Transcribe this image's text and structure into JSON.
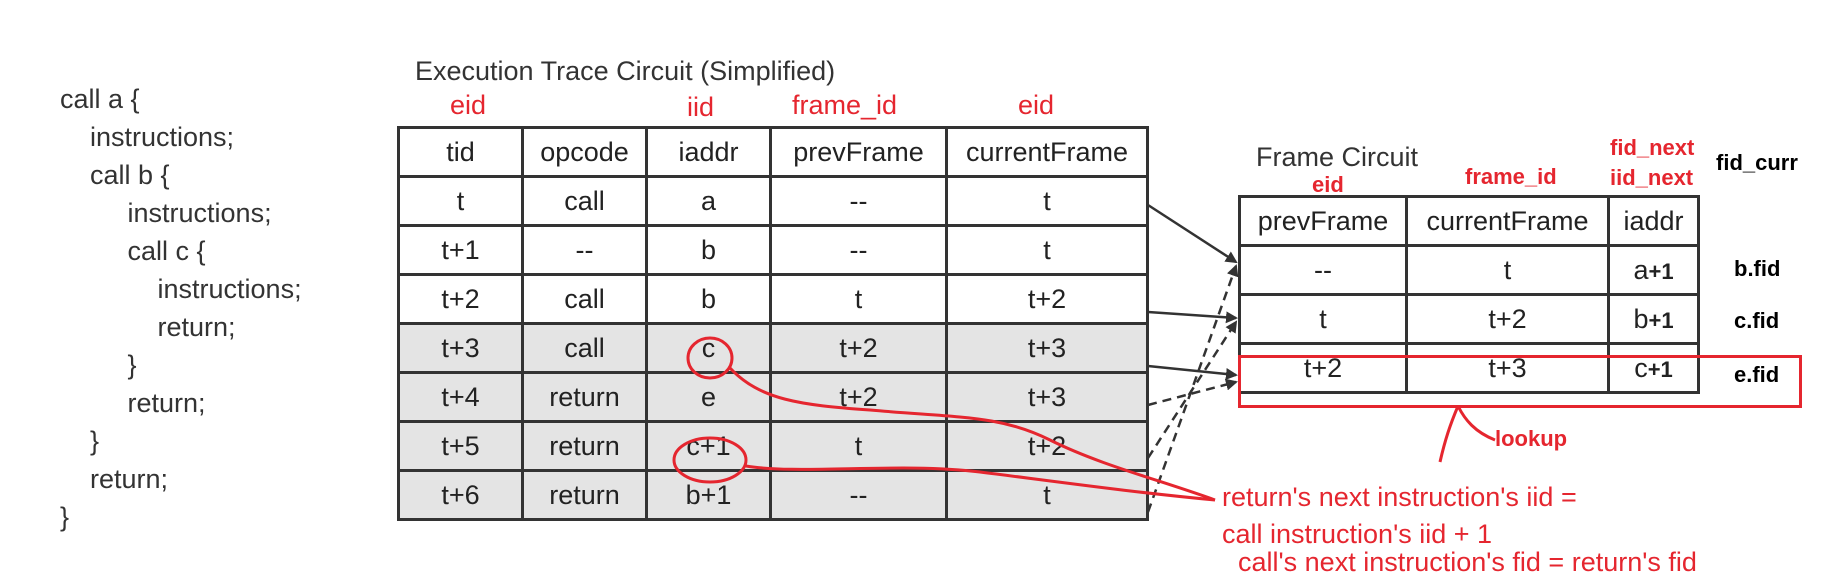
{
  "code_lines": [
    "call a {",
    "    instructions;",
    "    call b {",
    "         instructions;",
    "         call c {",
    "             instructions;",
    "             return;",
    "         }",
    "         return;",
    "    }",
    "    return;",
    "}"
  ],
  "trace": {
    "title": "Execution Trace Circuit (Simplified)",
    "headers": [
      "tid",
      "opcode",
      "iaddr",
      "prevFrame",
      "currentFrame"
    ],
    "annotations": {
      "tid": "eid",
      "iaddr": "iid",
      "prevFrame": "frame_id",
      "currentFrame": "eid"
    },
    "rows": [
      [
        "t",
        "call",
        "a",
        "--",
        "t"
      ],
      [
        "t+1",
        "--",
        "b",
        "--",
        "t"
      ],
      [
        "t+2",
        "call",
        "b",
        "t",
        "t+2"
      ],
      [
        "t+3",
        "call",
        "c",
        "t+2",
        "t+3"
      ],
      [
        "t+4",
        "return",
        "e",
        "t+2",
        "t+3"
      ],
      [
        "t+5",
        "return",
        "c+1",
        "t",
        "t+2"
      ],
      [
        "t+6",
        "return",
        "b+1",
        "--",
        "t"
      ]
    ]
  },
  "frame": {
    "title": "Frame Circuit",
    "headers": [
      "prevFrame",
      "currentFrame",
      "iaddr"
    ],
    "annotations": {
      "prevFrame": "eid",
      "currentFrame": "frame_id",
      "iaddr_line1": "fid_next",
      "iaddr_line2": "iid_next"
    },
    "extra_header": "fid_curr",
    "rows": [
      {
        "prev": "--",
        "curr": "t",
        "iaddr_base": "a",
        "iaddr_suffix": "+1",
        "fid": "b.fid"
      },
      {
        "prev": "t",
        "curr": "t+2",
        "iaddr_base": "b",
        "iaddr_suffix": "+1",
        "fid": "c.fid"
      },
      {
        "prev": "t+2",
        "curr": "t+3",
        "iaddr_base": "c",
        "iaddr_suffix": "+1",
        "fid": "e.fid"
      }
    ]
  },
  "notes": {
    "lookup": "lookup",
    "line1": "return's next instruction's iid =",
    "line2": "call instruction's iid + 1",
    "line3": "call's next instruction's fid = return's fid"
  },
  "colors": {
    "annotation": "#e5262f",
    "border": "#333333",
    "shaded": "#e4e4e4"
  }
}
